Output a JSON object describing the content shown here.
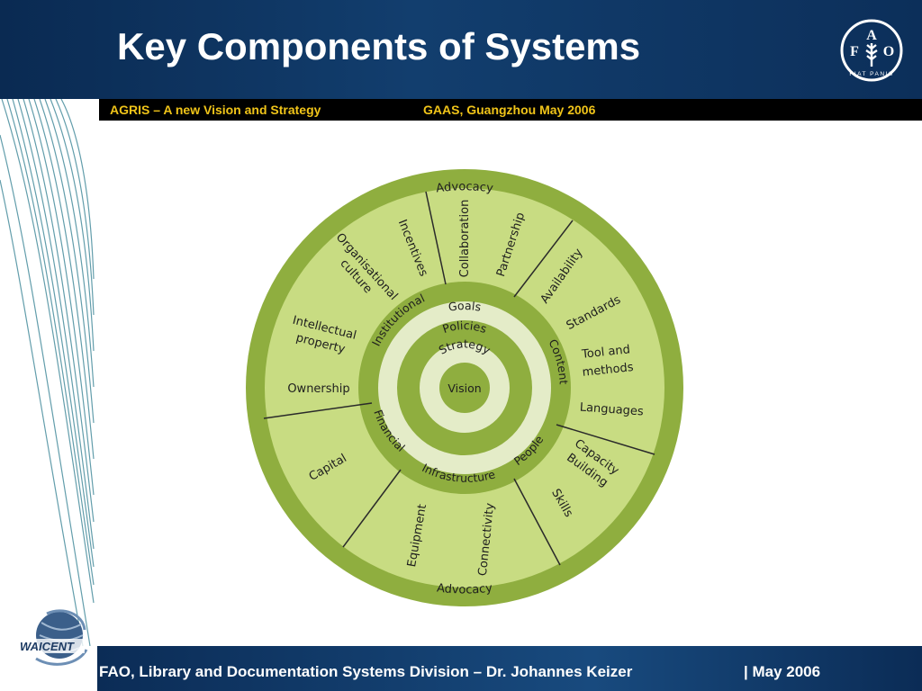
{
  "title": "Key Components of Systems",
  "subheader": {
    "left": "AGRIS – A new Vision and Strategy",
    "right": "GAAS, Guangzhou May 2006"
  },
  "footer": {
    "left": "FAO, Library and Documentation Systems Division – Dr. Johannes Keizer",
    "right": "| May 2006"
  },
  "logos": {
    "fao": {
      "letters": [
        "F",
        "A",
        "O"
      ],
      "motto": "FIAT PANIS",
      "icon": "fao-emblem-icon"
    },
    "waicent": {
      "text": "WAICENT",
      "icon": "waicent-globe-icon"
    }
  },
  "diagram": {
    "outer_ring": {
      "top": "Advocacy",
      "bottom": "Advocacy"
    },
    "components": [
      "Goals",
      "Policies",
      "Strategy",
      "Vision"
    ],
    "areas": {
      "institutional": "Institutional",
      "content": "Content",
      "financial": "Financial",
      "infrastructure": "Infrastructure",
      "people": "People"
    },
    "elements": {
      "incentives": "Incentives",
      "collaboration": "Collaboration",
      "partnership": "Partnership",
      "organisational_culture": [
        "Organisational",
        "culture"
      ],
      "intellectual_property": [
        "Intellectual",
        "property"
      ],
      "ownership": "Ownership",
      "availability": "Availability",
      "standards": "Standards",
      "tools_methods": [
        "Tool and",
        "methods"
      ],
      "languages": "Languages",
      "capital": "Capital",
      "equipment": "Equipment",
      "connectivity": "Connectivity",
      "capacity_building": [
        "Capacity",
        "Building"
      ],
      "skills": "Skills"
    },
    "colors": {
      "dark_green": "#8fae3f",
      "light_green": "#c8dc82",
      "pale_green": "#e4ecc8",
      "divider": "#2a2a2a"
    }
  }
}
